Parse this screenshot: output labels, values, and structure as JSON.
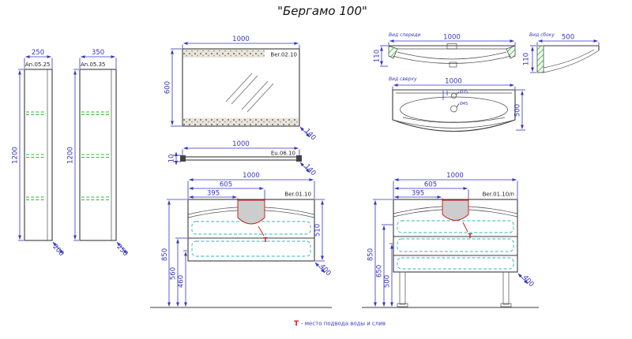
{
  "title": "\"Бергамо 100\"",
  "legend": {
    "marker": "Т",
    "text": "- место подвода воды и слив"
  },
  "cabinet_small": {
    "model": "An.05.25",
    "width": "250",
    "height": "1200",
    "depth": "200"
  },
  "cabinet_large": {
    "model": "An.05.35",
    "width": "350",
    "height": "1200",
    "depth": "250"
  },
  "mirror": {
    "model": "Ber.02.10",
    "width": "1000",
    "height": "600",
    "depth": "140"
  },
  "shelf": {
    "model": "Eu.06.10",
    "width": "1000",
    "thickness": "10",
    "depth": "140"
  },
  "sink": {
    "front": {
      "label": "Вид спереди",
      "width": "1000",
      "height": "110"
    },
    "side": {
      "label": "Вид сбоку",
      "width": "500",
      "height": "110"
    },
    "top": {
      "label": "Вид сверху",
      "width": "1000",
      "depth": "500",
      "faucet_hole": "Ø35",
      "drain_hole": "Ø45"
    }
  },
  "vanity_hung": {
    "model": "Ber.01.10",
    "width": "1000",
    "dim_605": "605",
    "dim_395": "395",
    "height": "510",
    "floor_to_top": "850",
    "floor_mid": "560",
    "floor_low": "460",
    "depth": "400"
  },
  "vanity_floor": {
    "model": "Ber.01.10/n",
    "width": "1000",
    "dim_605": "605",
    "dim_395": "395",
    "floor_to_top": "850",
    "floor_mid": "650",
    "floor_low": "500",
    "depth": "400"
  }
}
